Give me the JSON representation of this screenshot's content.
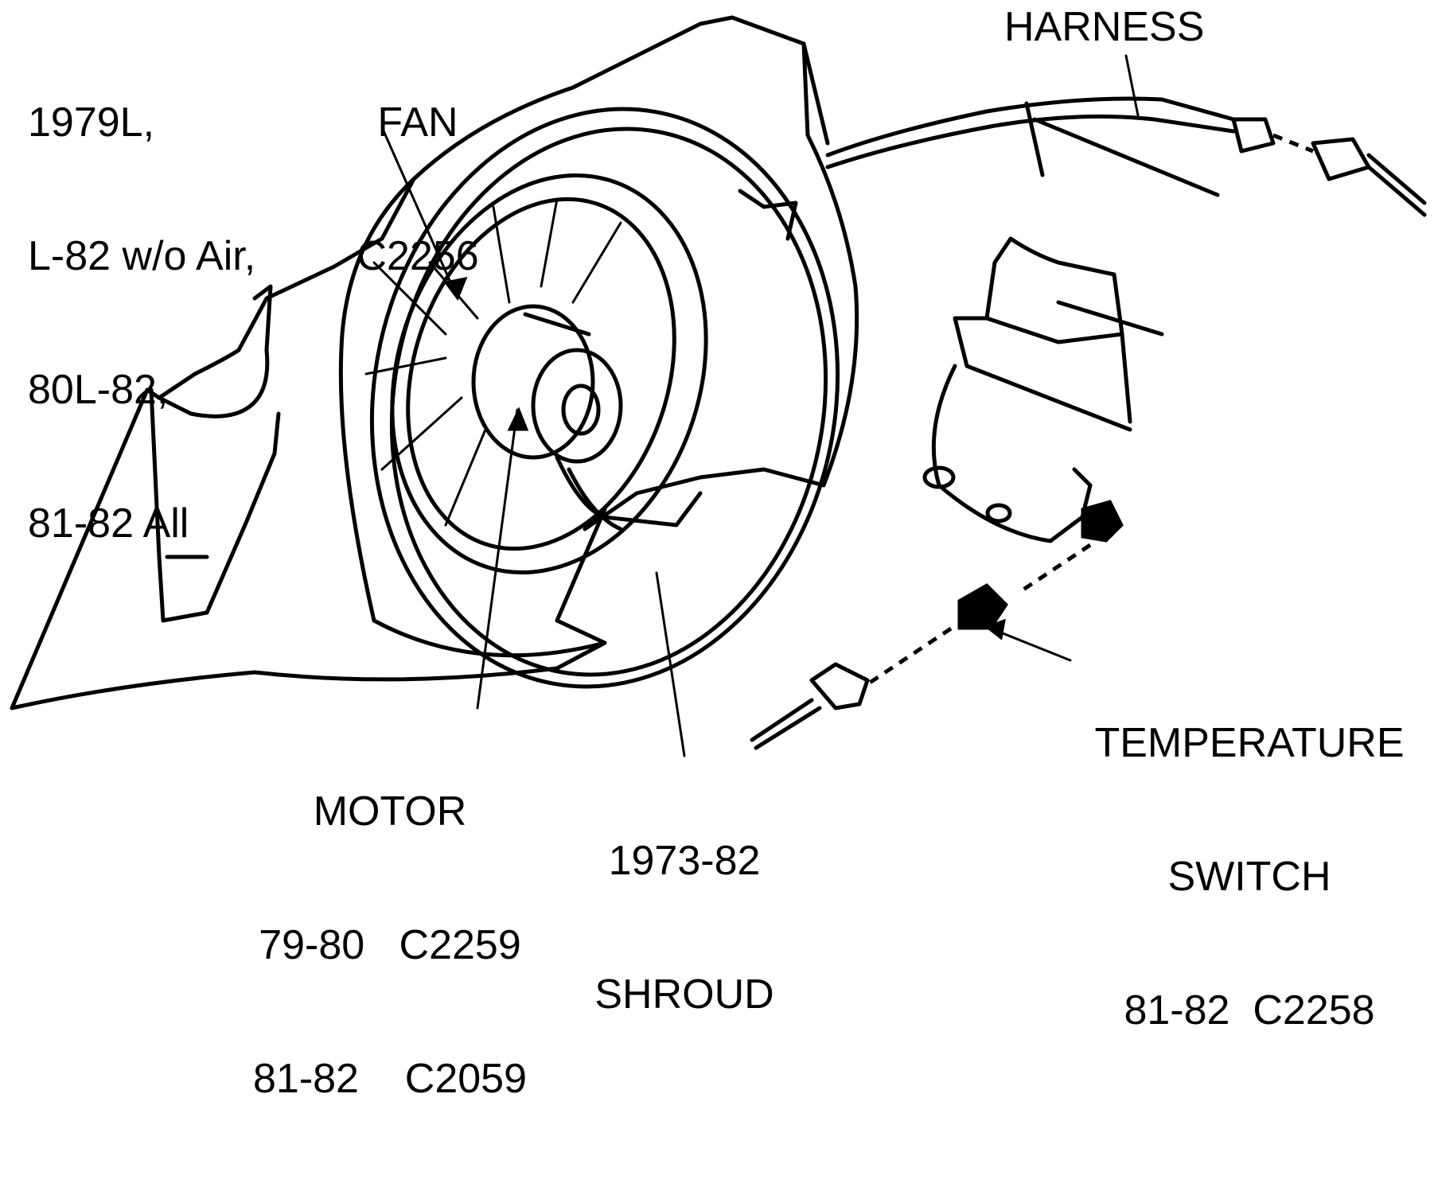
{
  "labels": {
    "applicability": [
      "1979L,",
      "L-82 w/o Air,",
      "80L-82,",
      "81-82 All"
    ],
    "fan": {
      "name": "FAN",
      "part": "C2256"
    },
    "harness": "HARNESS",
    "motor": {
      "name": "MOTOR",
      "line1": "79-80   C2259",
      "line2": "81-82    C2059"
    },
    "shroud": {
      "year": "1973-82",
      "name": "SHROUD"
    },
    "temperature_switch": {
      "line1": "TEMPERATURE",
      "line2": "SWITCH",
      "part": "81-82  C2258"
    }
  },
  "colors": {
    "ink": "#000000",
    "paper": "#ffffff"
  }
}
